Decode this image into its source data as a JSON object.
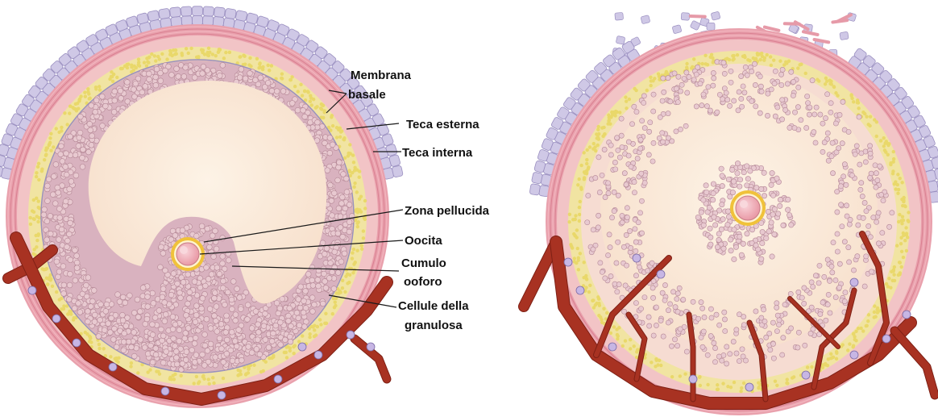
{
  "colors": {
    "background": "#ffffff",
    "epithelium": "#cfc8e6",
    "epithelium_outline": "#9a8fc0",
    "theca_externa": "#e9a1ad",
    "theca_interna": "#f2c4c6",
    "yellow_layer": "#f1e4a2",
    "yellow_dot": "#e9d86a",
    "granulosa_band": "#d9b2bf",
    "granulosa_cell": "#e8c9d0",
    "granulosa_outline": "#b58896",
    "antrum_fluid": "#fbe9d8",
    "zona_pellucida": "#f0c23a",
    "oocyte": "#f3b4bd",
    "blood_vessel": "#a83222",
    "blood_vessel_dark": "#7e2015",
    "leukocyte": "#c7b6e4",
    "leader_line": "#1a1a1a"
  },
  "labels": {
    "membrana_basale_1": "Membrana",
    "membrana_basale_2": "basale",
    "teca_esterna": "Teca esterna",
    "teca_interna": "Teca interna",
    "zona_pellucida": "Zona pellucida",
    "oocita": "Oocita",
    "cumulo_1": "Cumulo",
    "cumulo_2": "ooforo",
    "cellule_1": "Cellule della",
    "cellule_2": "granulosa"
  }
}
